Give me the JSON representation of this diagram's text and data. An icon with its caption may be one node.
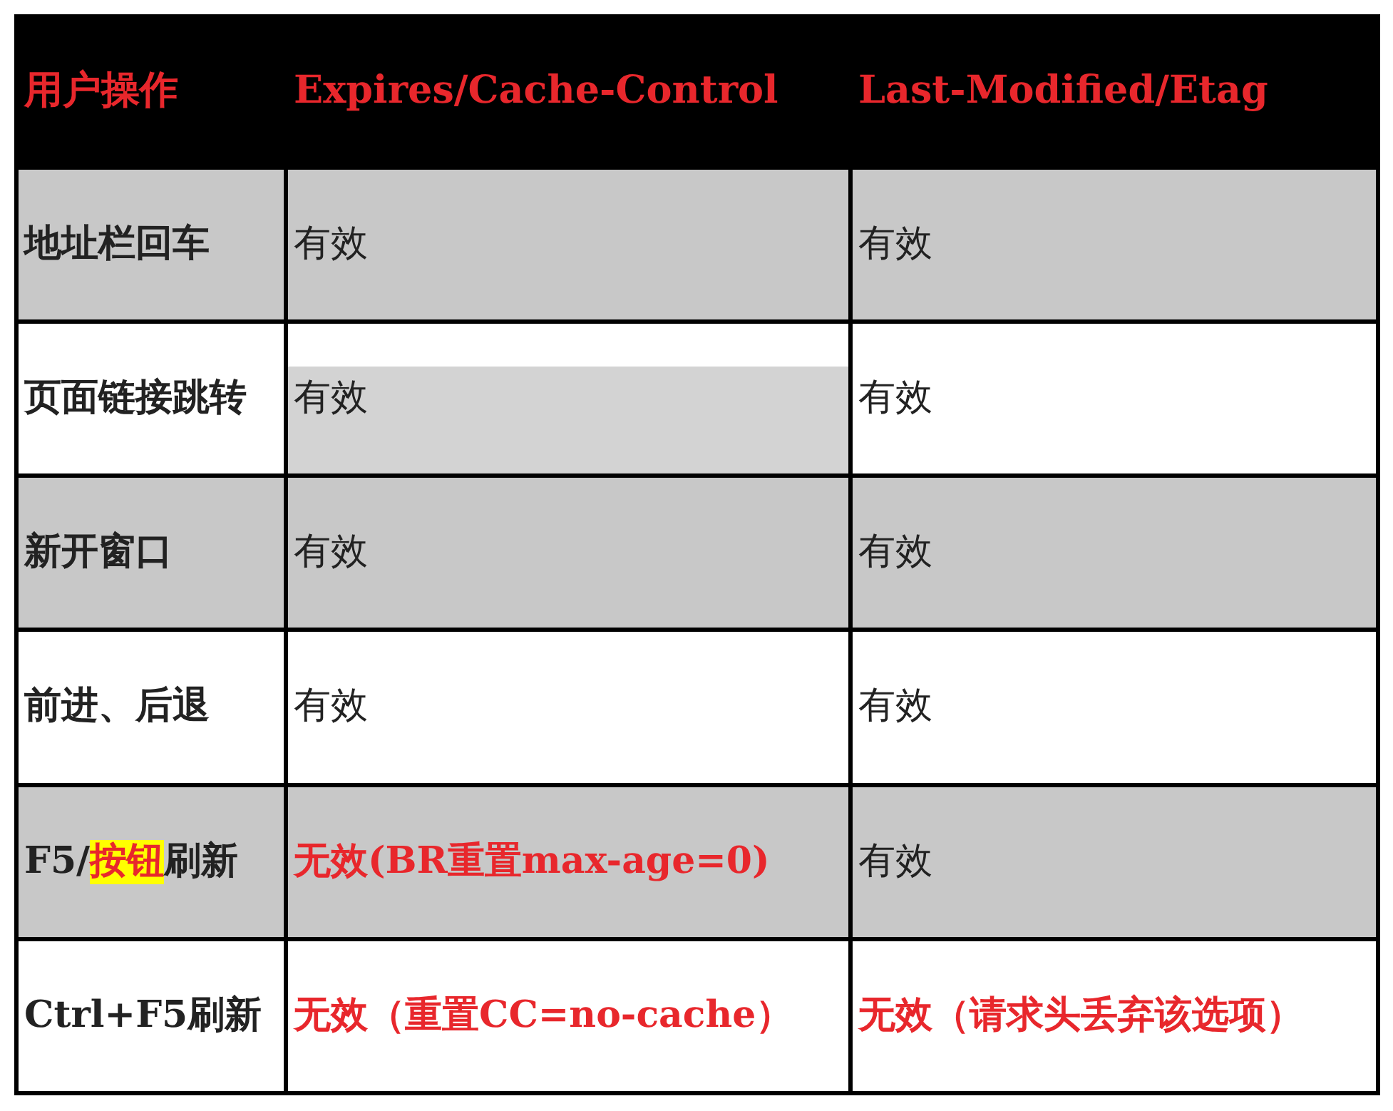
{
  "diagram": {
    "labels": [
      "用户操作",
      "Expires/Cache-Control",
      "Last-Modified/Etag",
      "地址栏回车",
      "有效",
      "有效",
      "页面链接跳转",
      "有效",
      "有效",
      "新开窗口",
      "有效",
      "有效",
      "前进、后退",
      "有效",
      "有效",
      "F5/按钮刷新",
      "无效(BR重置max-age=0)",
      "有效",
      "Ctrl+F5刷新",
      "无效（重置CC=no-cache）",
      "无效（请求头丢弃该选项）"
    ]
  }
}
